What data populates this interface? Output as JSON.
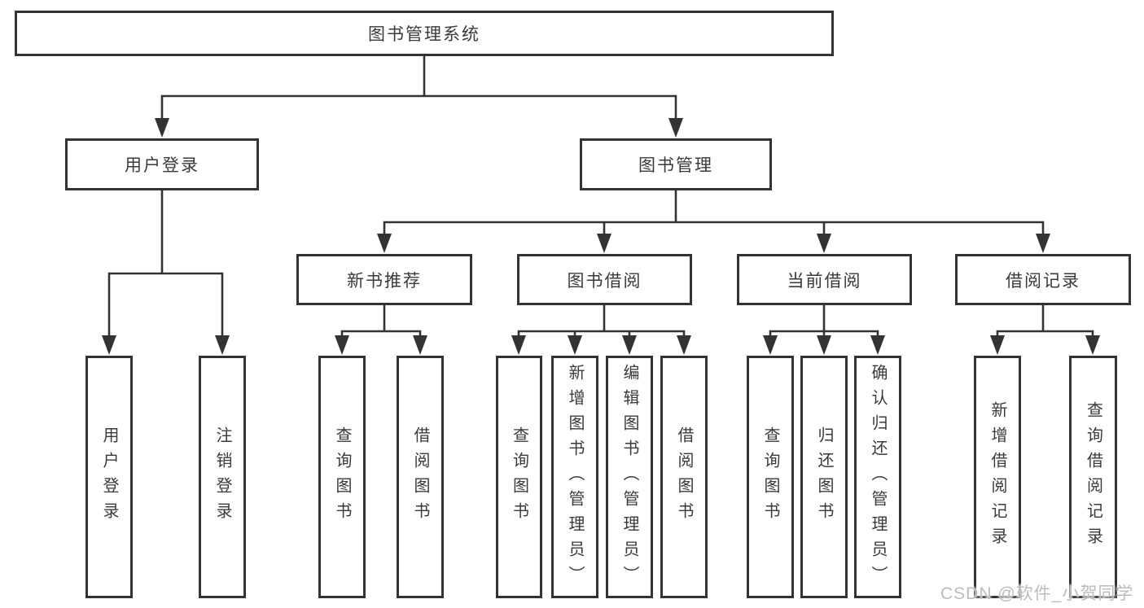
{
  "colors": {
    "line": "#333333",
    "border": "#333333",
    "text": "#3a3a3a",
    "background": "#ffffff",
    "watermark": "#bcbcbc"
  },
  "tree": {
    "root": "图书管理系统",
    "branches": [
      {
        "label": "用户登录",
        "leaves": [
          "用户登录",
          "注销登录"
        ]
      },
      {
        "label": "图书管理",
        "sections": [
          {
            "label": "新书推荐",
            "leaves": [
              "查询图书",
              "借阅图书"
            ]
          },
          {
            "label": "图书借阅",
            "leaves": [
              "查询图书",
              "新增图书（管理员）",
              "编辑图书（管理员）",
              "借阅图书"
            ]
          },
          {
            "label": "当前借阅",
            "leaves": [
              "查询图书",
              "归还图书",
              "确认归还（管理员）"
            ]
          },
          {
            "label": "借阅记录",
            "leaves": [
              "新增借阅记录",
              "查询借阅记录"
            ]
          }
        ]
      }
    ]
  },
  "watermark": {
    "text": "CSDN @软件_小贺同学"
  }
}
